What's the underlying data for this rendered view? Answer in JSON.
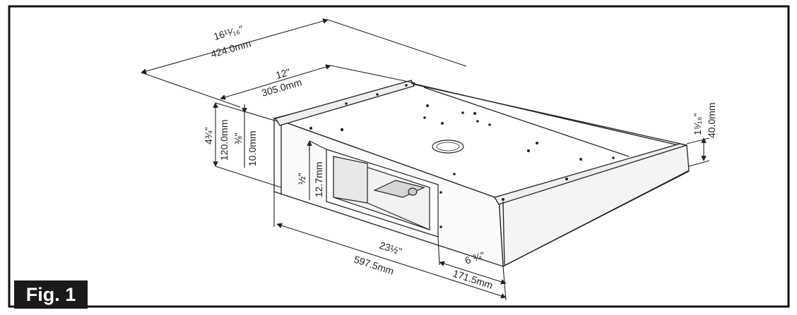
{
  "figure": {
    "label": "Fig. 1"
  },
  "dimensions": {
    "overall_depth": {
      "imperial": "16¹¹⁄₁₆\"",
      "metric": "424.0mm"
    },
    "inner_depth": {
      "imperial": "12\"",
      "metric": "305.0mm"
    },
    "height_total": {
      "imperial": "4¾\"",
      "metric": "120.0mm"
    },
    "lip": {
      "imperial": "⅜\"",
      "metric": "10.0mm"
    },
    "duct_offset": {
      "imperial": "½\"",
      "metric": "12.7mm"
    },
    "front_height": {
      "imperial": "1⁹⁄₁₆\"",
      "metric": "40.0mm"
    },
    "width": {
      "imperial": "23½\"",
      "metric": "597.5mm"
    },
    "duct_side": {
      "imperial": "6 ¾\"",
      "metric": "171.5mm"
    }
  }
}
